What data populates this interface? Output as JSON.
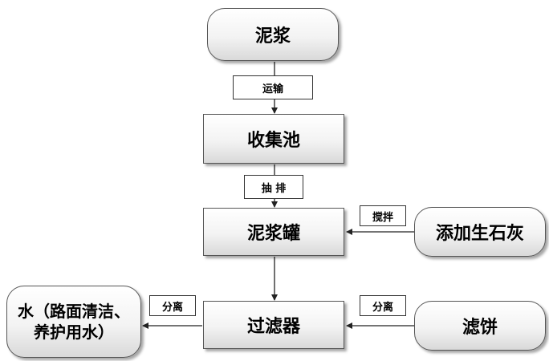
{
  "nodes": {
    "slurry": "泥浆",
    "collection_pool": "收集池",
    "slurry_tank": "泥浆罐",
    "add_quicklime": "添加生石灰",
    "filter": "过滤器",
    "filter_cake": "滤饼",
    "water_output": "水（路面清洁、养护用水）"
  },
  "labels": {
    "transport": "运输",
    "pump": "抽 排",
    "stir": "搅拌",
    "separate_left": "分离",
    "separate_right": "分离"
  }
}
